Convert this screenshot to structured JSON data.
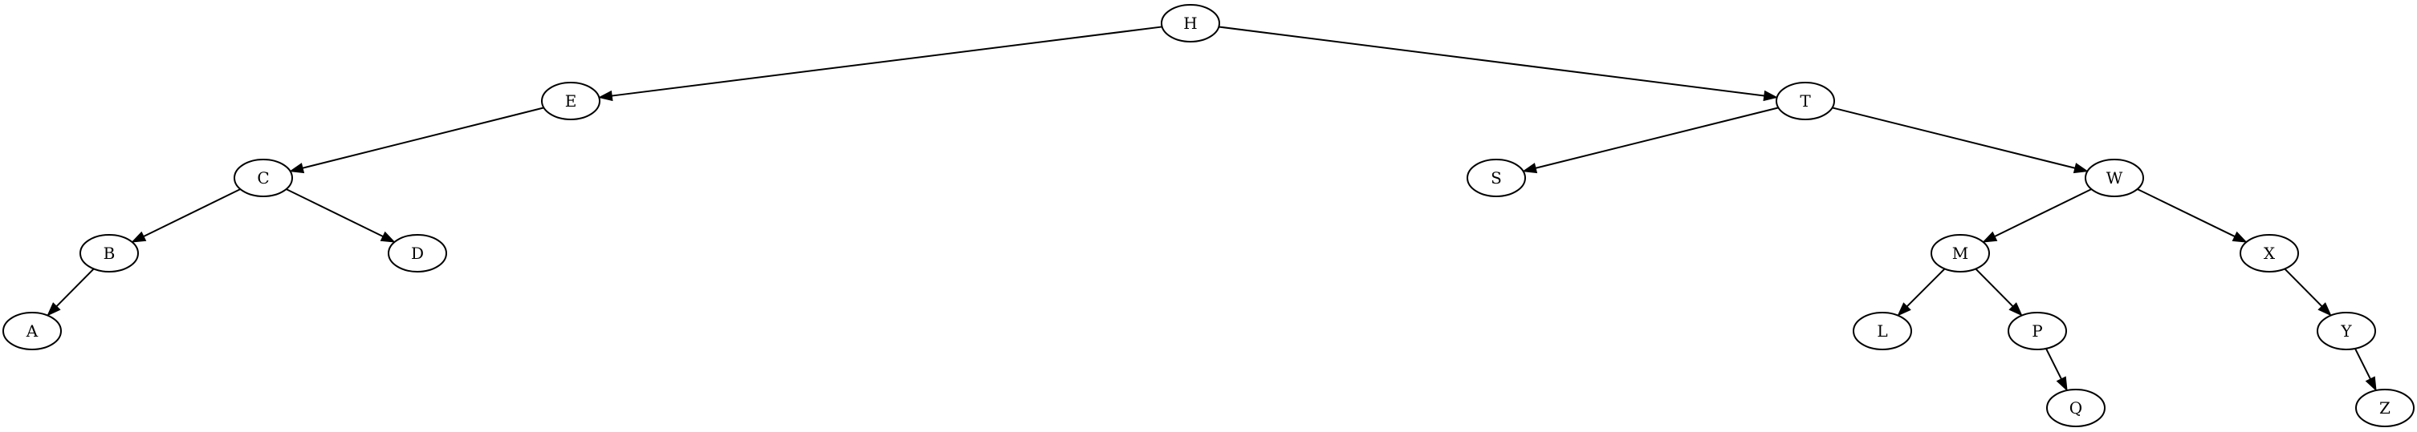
{
  "diagram": {
    "nodes": [
      {
        "id": "H",
        "label": "H"
      },
      {
        "id": "E",
        "label": "E"
      },
      {
        "id": "T",
        "label": "T"
      },
      {
        "id": "C",
        "label": "C"
      },
      {
        "id": "S",
        "label": "S"
      },
      {
        "id": "W",
        "label": "W"
      },
      {
        "id": "B",
        "label": "B"
      },
      {
        "id": "D",
        "label": "D"
      },
      {
        "id": "M",
        "label": "M"
      },
      {
        "id": "X",
        "label": "X"
      },
      {
        "id": "A",
        "label": "A"
      },
      {
        "id": "L",
        "label": "L"
      },
      {
        "id": "P",
        "label": "P"
      },
      {
        "id": "Y",
        "label": "Y"
      },
      {
        "id": "Q",
        "label": "Q"
      },
      {
        "id": "Z",
        "label": "Z"
      }
    ],
    "edges": [
      {
        "from": "H",
        "to": "E"
      },
      {
        "from": "H",
        "to": "T"
      },
      {
        "from": "E",
        "to": "C"
      },
      {
        "from": "T",
        "to": "S"
      },
      {
        "from": "T",
        "to": "W"
      },
      {
        "from": "C",
        "to": "B"
      },
      {
        "from": "C",
        "to": "D"
      },
      {
        "from": "W",
        "to": "M"
      },
      {
        "from": "W",
        "to": "X"
      },
      {
        "from": "B",
        "to": "A"
      },
      {
        "from": "M",
        "to": "L"
      },
      {
        "from": "M",
        "to": "P"
      },
      {
        "from": "X",
        "to": "Y"
      },
      {
        "from": "P",
        "to": "Q"
      },
      {
        "from": "Y",
        "to": "Z"
      }
    ]
  }
}
